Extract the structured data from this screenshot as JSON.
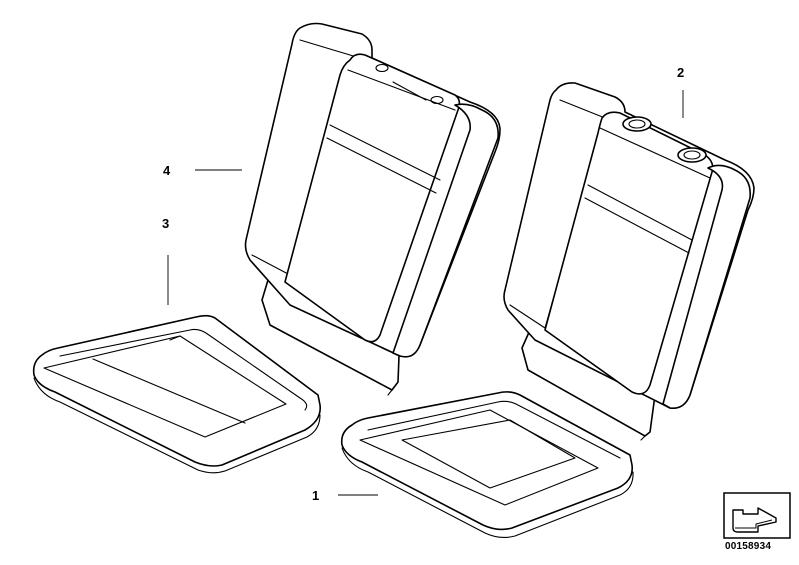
{
  "diagram": {
    "callouts": [
      {
        "id": "1",
        "label": "1",
        "part": "seat-cushion-cover-right"
      },
      {
        "id": "2",
        "label": "2",
        "part": "backrest-cover-right"
      },
      {
        "id": "3",
        "label": "3",
        "part": "seat-cushion-cover-left"
      },
      {
        "id": "4",
        "label": "4",
        "part": "backrest-cover-left"
      }
    ],
    "reference_number": "00158934",
    "nav_icon": "arrow-page-icon"
  }
}
